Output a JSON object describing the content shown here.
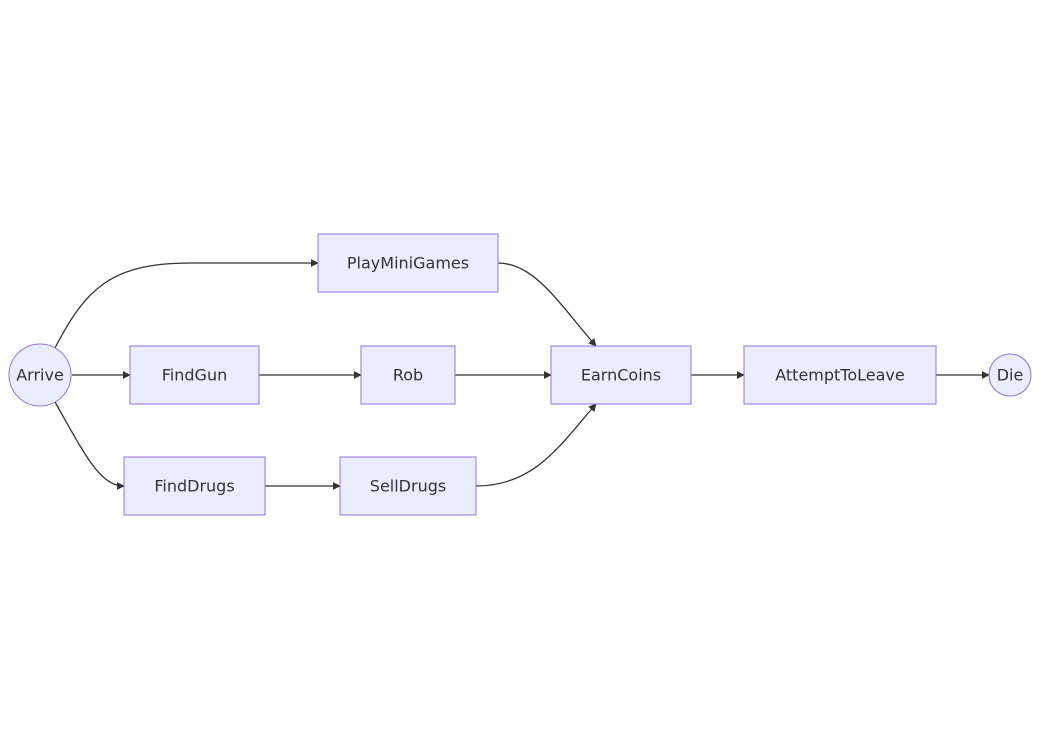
{
  "diagram": {
    "type": "flowchart",
    "direction": "left-to-right",
    "colors": {
      "node_fill": "#ececff",
      "node_stroke": "#9370db",
      "edge": "#333333",
      "text": "#333333"
    },
    "nodes": {
      "arrive": {
        "label": "Arrive",
        "shape": "circle"
      },
      "playminigames": {
        "label": "PlayMiniGames",
        "shape": "rect"
      },
      "findgun": {
        "label": "FindGun",
        "shape": "rect"
      },
      "rob": {
        "label": "Rob",
        "shape": "rect"
      },
      "finddrugs": {
        "label": "FindDrugs",
        "shape": "rect"
      },
      "selldrugs": {
        "label": "SellDrugs",
        "shape": "rect"
      },
      "earncoins": {
        "label": "EarnCoins",
        "shape": "rect"
      },
      "attempttoleave": {
        "label": "AttemptToLeave",
        "shape": "rect"
      },
      "die": {
        "label": "Die",
        "shape": "circle"
      }
    },
    "edges": [
      {
        "from": "arrive",
        "to": "playminigames"
      },
      {
        "from": "arrive",
        "to": "findgun"
      },
      {
        "from": "arrive",
        "to": "finddrugs"
      },
      {
        "from": "findgun",
        "to": "rob"
      },
      {
        "from": "finddrugs",
        "to": "selldrugs"
      },
      {
        "from": "playminigames",
        "to": "earncoins"
      },
      {
        "from": "rob",
        "to": "earncoins"
      },
      {
        "from": "selldrugs",
        "to": "earncoins"
      },
      {
        "from": "earncoins",
        "to": "attempttoleave"
      },
      {
        "from": "attempttoleave",
        "to": "die"
      }
    ]
  }
}
